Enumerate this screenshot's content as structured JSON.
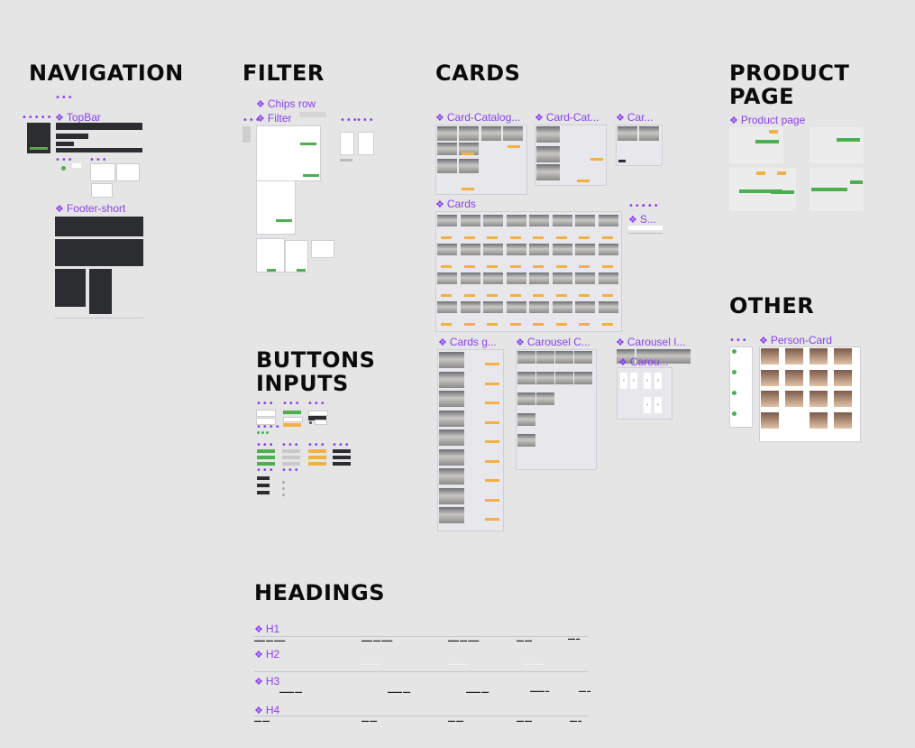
{
  "sections": {
    "navigation": "NAVIGATION",
    "filter": "FILTER",
    "cards": "CARDS",
    "product_page": "PRODUCT PAGE",
    "other": "OTHER",
    "buttons_inputs": "BUTTONS\nINPUTS",
    "headings": "HEADINGS"
  },
  "components": {
    "topbar": "TopBar",
    "footer_short": "Footer-short",
    "chips_row": "Chips row",
    "filter": "Filter",
    "card_catalog_1": "Card-Catalog...",
    "card_catalog_2": "Card-Cat...",
    "card_3": "Car...",
    "cards": "Cards",
    "s": "S...",
    "cards_g": "Cards g...",
    "carousel_c": "Carousel C...",
    "carousel_i": "Carousel I...",
    "carou": "Carou...",
    "product_page": "Product page",
    "person_card": "Person-Card",
    "h1": "H1",
    "h2": "H2",
    "h3": "H3",
    "h4": "H4"
  },
  "icons": {
    "component": "component-diamond-icon"
  },
  "colors": {
    "accent": "#8a3ff0",
    "canvas": "#e5e5e5",
    "green": "#4caf50",
    "orange": "#f3b043",
    "dark": "#2b2d31"
  }
}
